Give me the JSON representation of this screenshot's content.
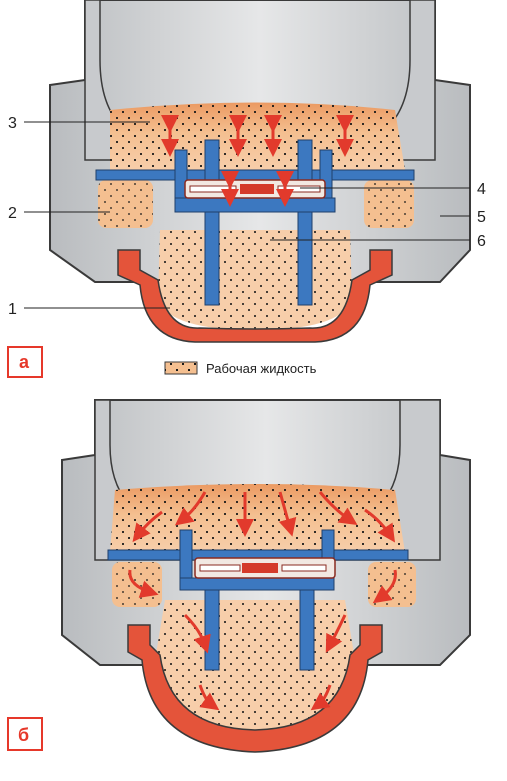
{
  "figure_a": {
    "badge": "а",
    "callouts": [
      "1",
      "2",
      "3",
      "4",
      "5",
      "6"
    ]
  },
  "figure_b": {
    "badge": "б"
  },
  "legend": {
    "label": "Рабочая жидкость"
  },
  "colors": {
    "fluid": "#f4bf90",
    "fluid_dark": "#eb9a62",
    "housing_fill": "#d2d4d6",
    "housing_stroke": "#3a3a3a",
    "piston": "#3c78c0",
    "rubber": "#e4543a",
    "arrow": "#e23a2c",
    "badge": "#e6382a"
  },
  "icons": [
    "up-down-arrow-icon",
    "flow-arrow-icon",
    "fluid-swatch-icon"
  ]
}
